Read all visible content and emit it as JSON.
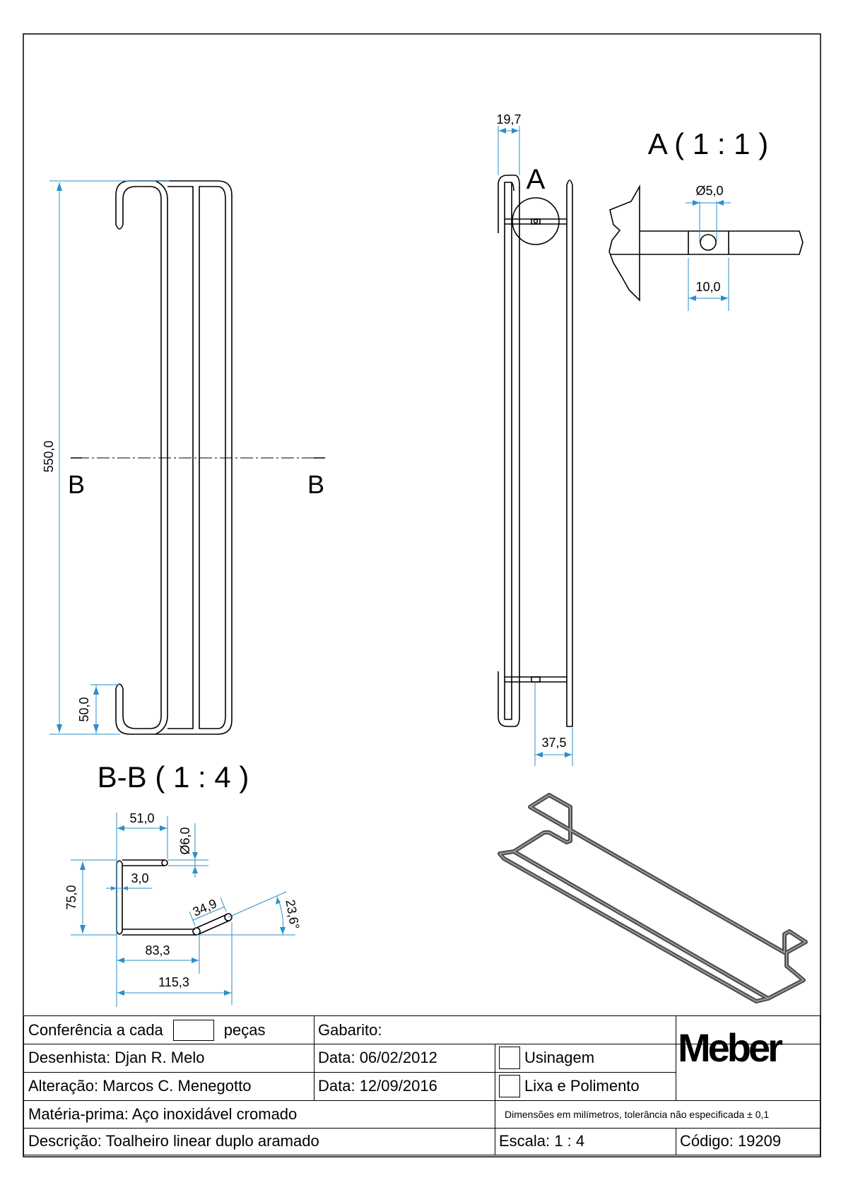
{
  "views": {
    "front": {
      "dim_height": "550,0",
      "dim_hook": "50,0",
      "section_label_left": "B",
      "section_label_right": "B"
    },
    "side": {
      "dim_depth": "19,7",
      "dim_width": "37,5",
      "detail_label": "A"
    },
    "detail_a": {
      "title": "A ( 1 : 1 )",
      "dim_hole": "Ø5,0",
      "dim_width": "10,0"
    },
    "section_bb": {
      "title": "B-B ( 1 : 4 )",
      "dim_top": "51,0",
      "dim_diameter": "Ø6,0",
      "dim_height": "75,0",
      "dim_thickness": "3,0",
      "dim_bottom": "83,3",
      "dim_total": "115,3",
      "dim_angled": "34,9",
      "dim_angle": "23,6°"
    }
  },
  "title_block": {
    "conferencia_label": "Conferência a cada",
    "pecas_label": "peças",
    "gabarito_label": "Gabarito:",
    "desenhista": "Desenhista: Djan R. Melo",
    "data1": "Data: 06/02/2012",
    "usinagem": "Usinagem",
    "alteracao": "Alteração: Marcos C. Menegotto",
    "data2": "Data: 12/09/2016",
    "lixa": "Lixa e Polimento",
    "materia": "Matéria-prima: Aço inoxidável cromado",
    "dimensoes": "Dimensões em milímetros, tolerância não especificada ± 0,1",
    "descricao": "Descrição: Toalheiro linear duplo aramado",
    "escala": "Escala: 1 : 4",
    "codigo": "Código: 19209",
    "logo": "Meber"
  }
}
